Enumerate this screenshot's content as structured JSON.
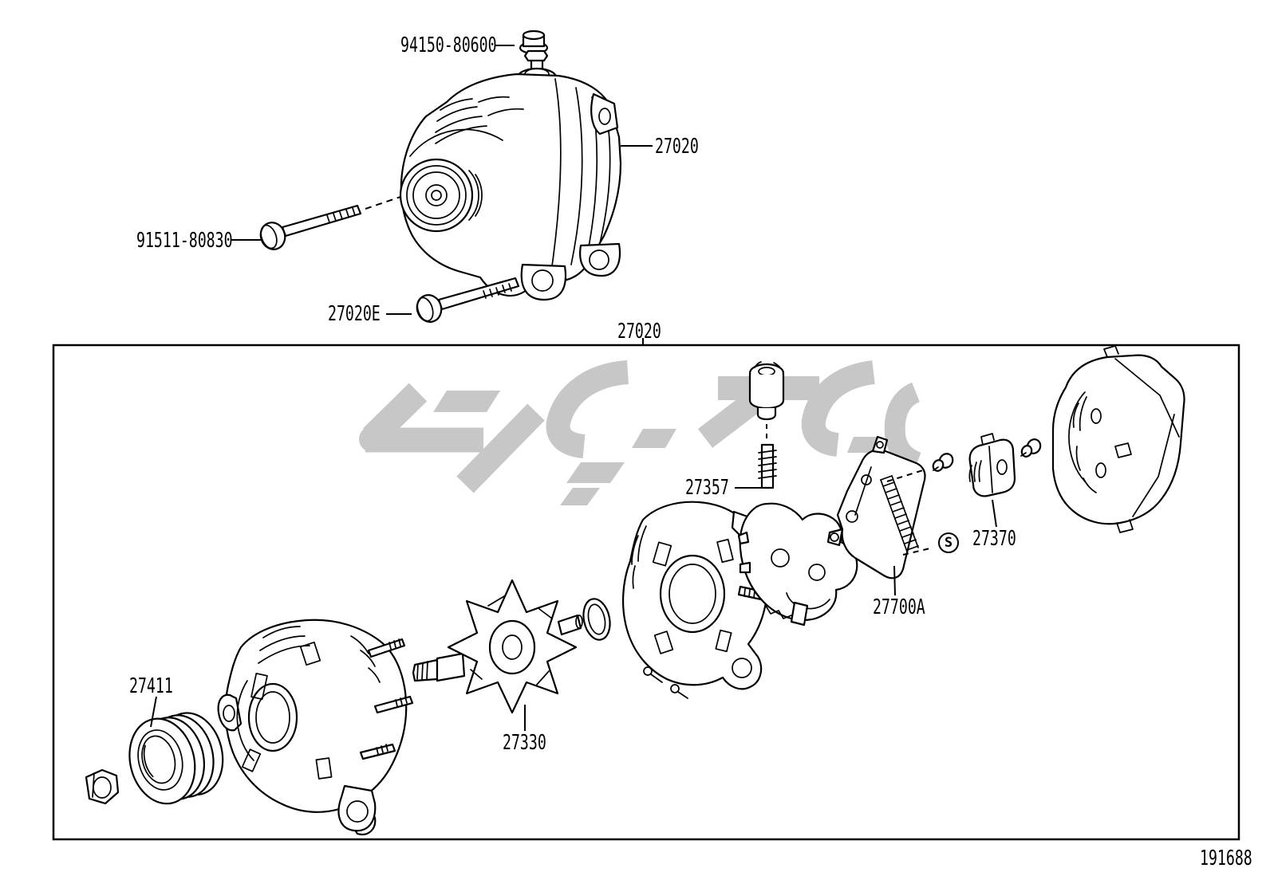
{
  "labels": {
    "terminal_nut": "94150-80600",
    "alternator_assembly": "27020",
    "through_bolt_long": "91511-80830",
    "through_bolt_short": "27020E",
    "exploded_view_box": "27020",
    "brush_holder_stud": "27357",
    "end_cover_small": "27370",
    "rectifier_holder": "27700A",
    "rotor": "27330",
    "pulley": "27411",
    "substitution_symbol": "S",
    "drawing_number": "191688"
  },
  "icons": {
    "watermark": "supplier-watermark-logo",
    "s_badge": "circled-s-symbol"
  },
  "colors": {
    "line": "#000000",
    "watermark": "#c7c7c7",
    "background": "#ffffff"
  }
}
